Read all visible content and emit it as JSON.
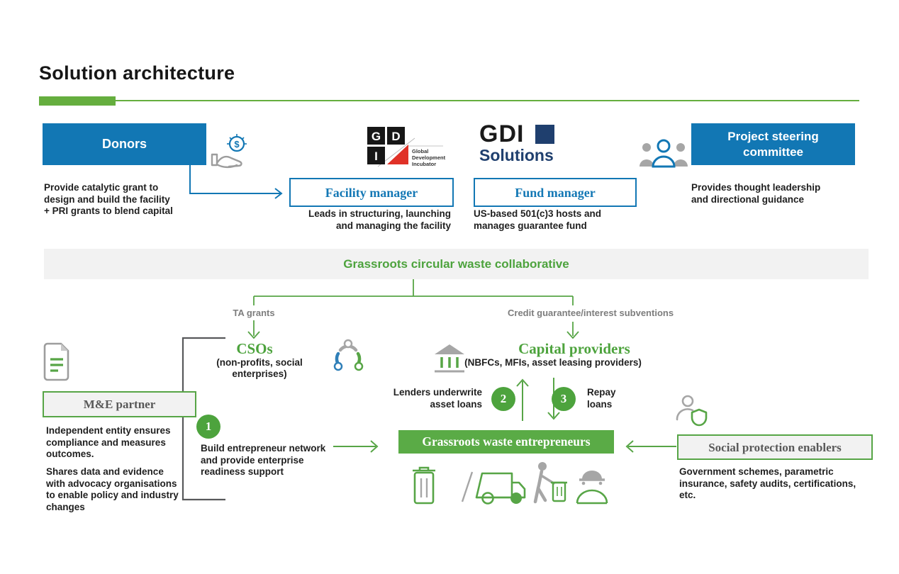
{
  "title": "Solution architecture",
  "top_row": {
    "donors": {
      "label": "Donors",
      "description": "Provide catalytic grant to\ndesign and build the facility\n+ PRI grants to blend capital"
    },
    "facility_manager": {
      "logo": {
        "squares": [
          "G",
          "D",
          "I"
        ],
        "caption_lines": [
          "Global",
          "Development",
          "Incubator"
        ]
      },
      "label": "Facility manager",
      "description": "Leads in structuring, launching\nand managing the facility"
    },
    "fund_manager": {
      "logo": {
        "wordmark": "GDI",
        "subbrand": "Solutions"
      },
      "label": "Fund manager",
      "description": "US-based 501(c)3 hosts and\nmanages guarantee fund"
    },
    "steering_committee": {
      "label": "Project steering\ncommittee",
      "description": "Provides thought leadership\nand directional guidance"
    }
  },
  "collaborative_banner": "Grassroots circular waste collaborative",
  "branches": {
    "ta_grants_label": "TA grants",
    "credit_label": "Credit guarantee/interest subventions"
  },
  "csos": {
    "title": "CSOs",
    "subtitle": "(non-profits, social enterprises)"
  },
  "capital_providers": {
    "title": "Capital providers",
    "subtitle": "(NBFCs, MFIs, asset leasing providers)"
  },
  "loan_cycle": {
    "step2_number": "2",
    "step3_number": "3",
    "lenders_label": "Lenders underwrite\nasset loans",
    "repay_label": "Repay\nloans"
  },
  "entrepreneurs": {
    "label": "Grassroots waste entrepreneurs"
  },
  "me_partner": {
    "label": "M&E partner",
    "step1_number": "1",
    "build_label": "Build entrepreneur network\nand provide enterprise\nreadiness support",
    "paragraph1": "Independent entity ensures\ncompliance and  measures\noutcomes.",
    "paragraph2": "Shares data and evidence\nwith advocacy organisations\nto enable policy and industry\nchanges"
  },
  "social_protection": {
    "label": "Social protection enablers",
    "description": "Government schemes, parametric\ninsurance, safety audits, certifications,\netc."
  },
  "icons": {
    "hand-coin-icon": "hand receiving dollar coin",
    "people-group-icon": "committee of three people",
    "community-icon": "three people in circle",
    "bank-icon": "bank building",
    "document-icon": "report document",
    "trash-bin-icon": "waste bin",
    "garbage-truck-icon": "collection truck",
    "person-bin-icon": "worker pushing bin",
    "worker-hat-icon": "worker with hard hat",
    "person-shield-icon": "person with protection shield"
  },
  "colors": {
    "blue": "#1277b4",
    "green": "#57a546",
    "circle_green": "#4da33d",
    "box_green": "#5aab46",
    "navy": "#1f3f6e",
    "red": "#e03127",
    "icon_gray": "#a6a6a6",
    "light_gray": "#f2f2f2"
  }
}
